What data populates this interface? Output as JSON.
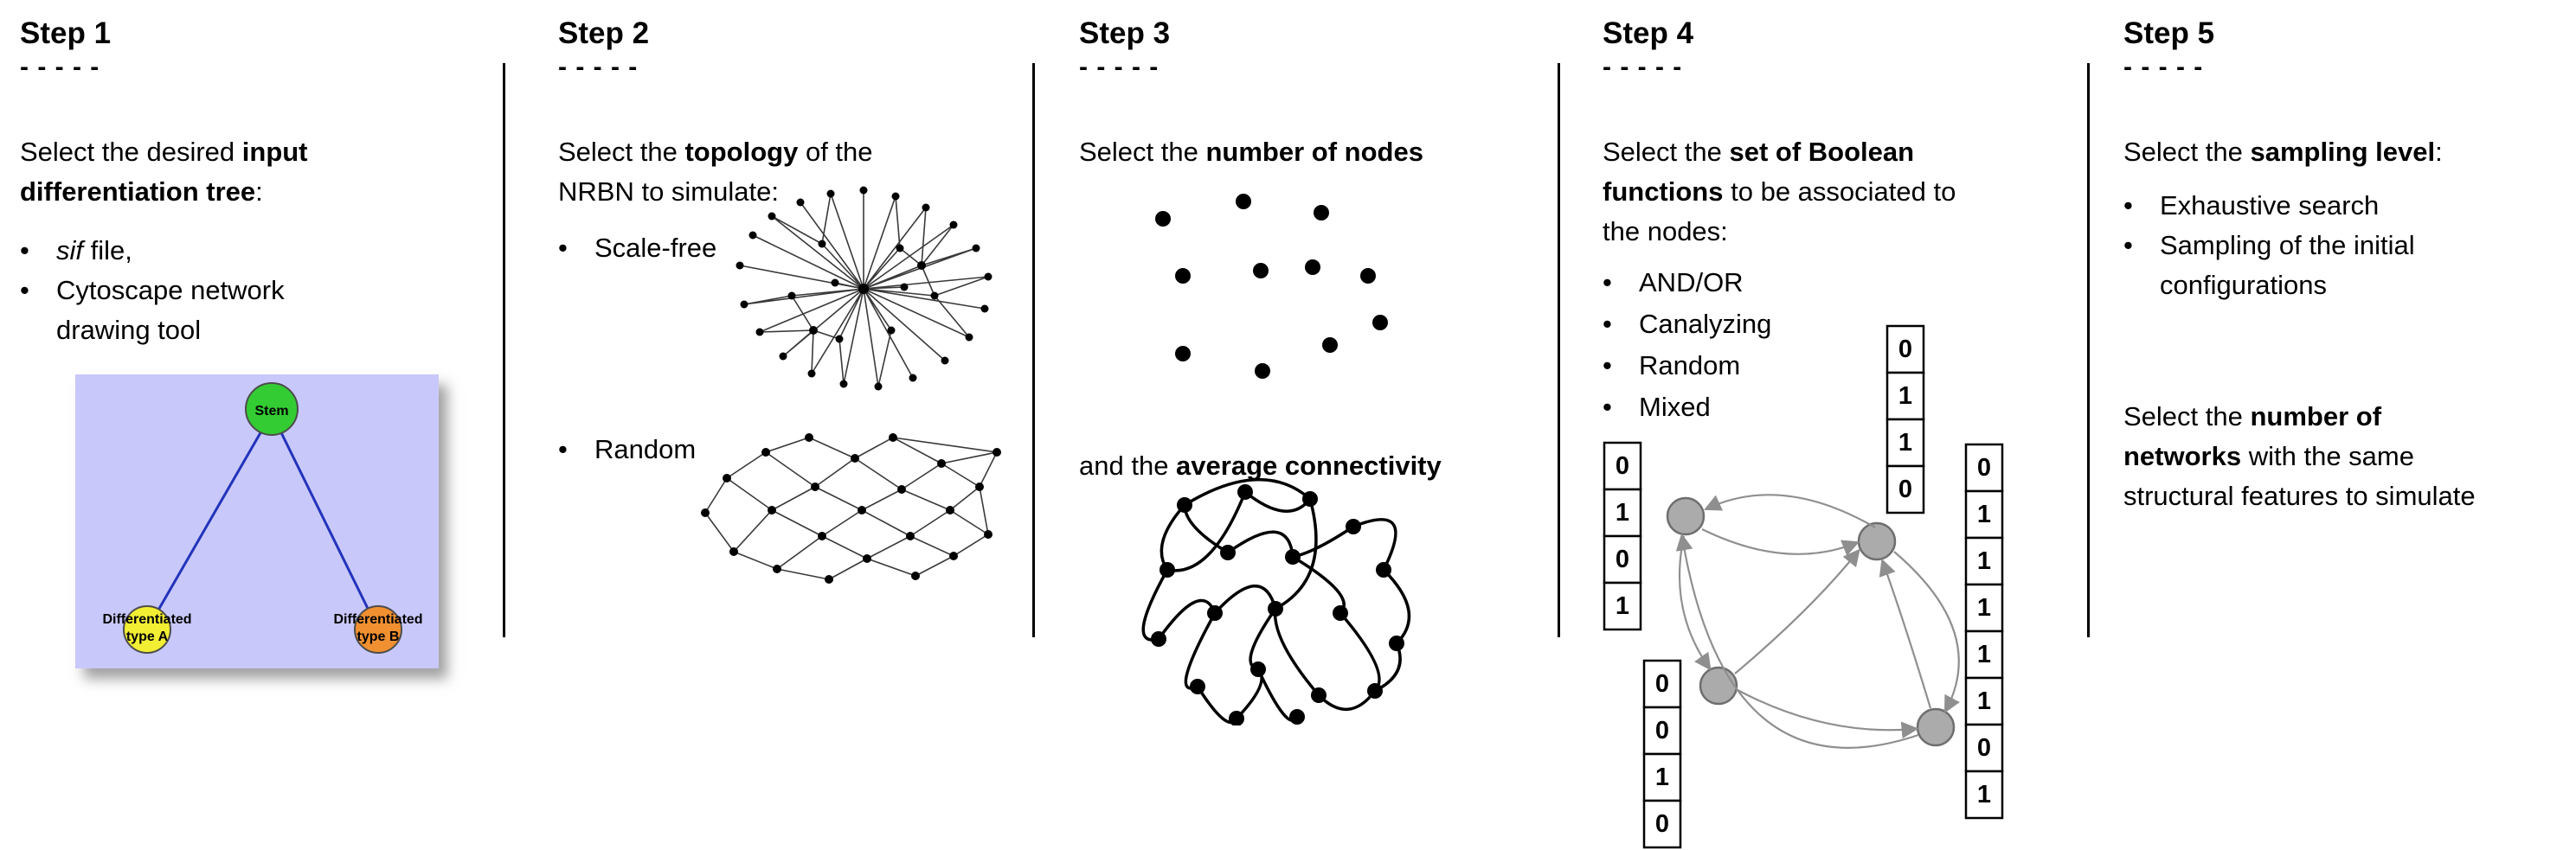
{
  "ui": {
    "bullet": "•"
  },
  "step1": {
    "title": "Step 1",
    "dashes": "- - - - -",
    "intro": {
      "line1_pre": "Select the desired ",
      "line1_bold": "input",
      "line2_bold": "differentiation tree",
      "line2_post": ":"
    },
    "bullet1": {
      "italic": "sif",
      "rest": " file,"
    },
    "bullet2": {
      "line1": "Cytoscape network",
      "line2": "drawing tool"
    },
    "tree": {
      "stem_label": "Stem",
      "typeA_line1": "Differentiated",
      "typeA_line2": "type A",
      "typeB_line1": "Differentiated",
      "typeB_line2": "type B",
      "colors": {
        "panel": "#c8c8fa",
        "stem": "#33cc33",
        "type_a": "#f2ee33",
        "type_b": "#f09030",
        "edge": "#2233bb"
      }
    }
  },
  "step2": {
    "title": "Step 2",
    "dashes": "- - - - -",
    "intro": {
      "line1_pre": "Select the ",
      "line1_bold": "topology",
      "line1_post": " of the",
      "line2": "NRBN to simulate:"
    },
    "bullet1": "Scale-free",
    "bullet2": "Random"
  },
  "step3": {
    "title": "Step 3",
    "dashes": "- - - - -",
    "intro": {
      "pre": "Select the ",
      "bold": "number of nodes"
    },
    "connectivity": {
      "pre": "and the ",
      "bold": "average connectivity"
    }
  },
  "step4": {
    "title": "Step 4",
    "dashes": "- - - - -",
    "intro": {
      "line1_pre": "Select the ",
      "line1_bold": "set of Boolean",
      "line2_bold": "functions",
      "line2_post": " to be associated to",
      "line3": "the nodes:"
    },
    "bullets": [
      "AND/OR",
      "Canalyzing",
      "Random",
      "Mixed"
    ],
    "truth_columns": {
      "left": [
        "0",
        "1",
        "0",
        "1"
      ],
      "top": [
        "0",
        "1",
        "1",
        "0"
      ],
      "bottom_left": [
        "0",
        "0",
        "1",
        "0"
      ],
      "right": [
        "0",
        "1",
        "1",
        "1",
        "1",
        "1",
        "0",
        "1"
      ]
    },
    "colors": {
      "node": "#ababab",
      "node_stroke": "#6e6e6e",
      "arrow": "#8f8f8f"
    }
  },
  "step5": {
    "title": "Step 5",
    "dashes": "- - - - -",
    "intro": {
      "pre": "Select the ",
      "bold": "sampling level",
      "post": ":"
    },
    "bullet1": "Exhaustive search",
    "bullet2": {
      "line1": "Sampling of the initial",
      "line2": "configurations"
    },
    "paragraph": {
      "line1_pre": "Select the ",
      "line1_bold": "number of",
      "line2_bold": "networks",
      "line2_post": " with the same",
      "line3": "structural features to simulate"
    }
  }
}
